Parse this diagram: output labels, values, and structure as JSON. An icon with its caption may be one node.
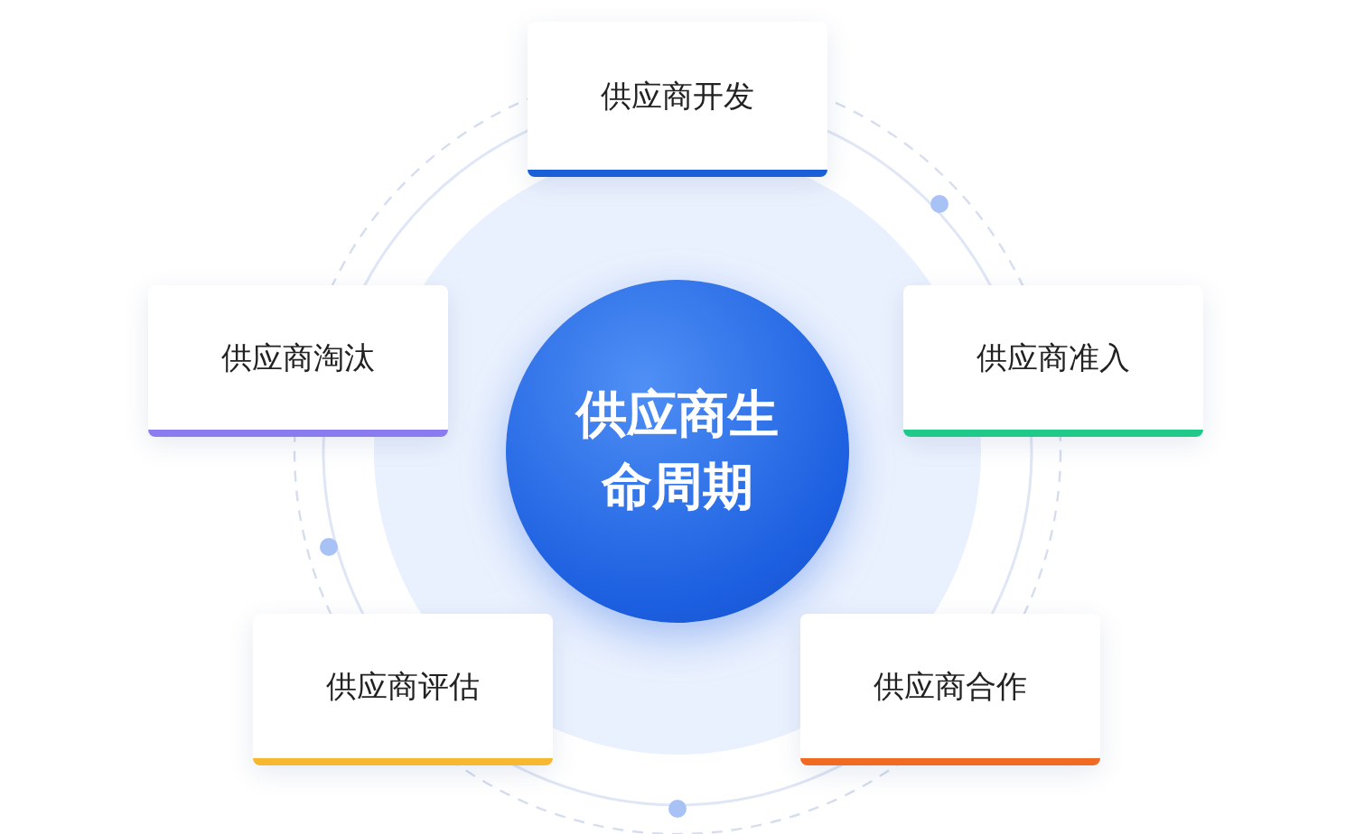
{
  "diagram": {
    "nodes": [
      {
        "text": [
          "供应商生命周期"
        ]
      },
      {
        "text": [
          "供应商开发"
        ]
      },
      {
        "text": [
          "供应商准入"
        ]
      },
      {
        "text": [
          "供应商合作"
        ]
      },
      {
        "text": [
          "供应商评估"
        ]
      },
      {
        "text": [
          "供应商淘汰"
        ]
      }
    ]
  }
}
